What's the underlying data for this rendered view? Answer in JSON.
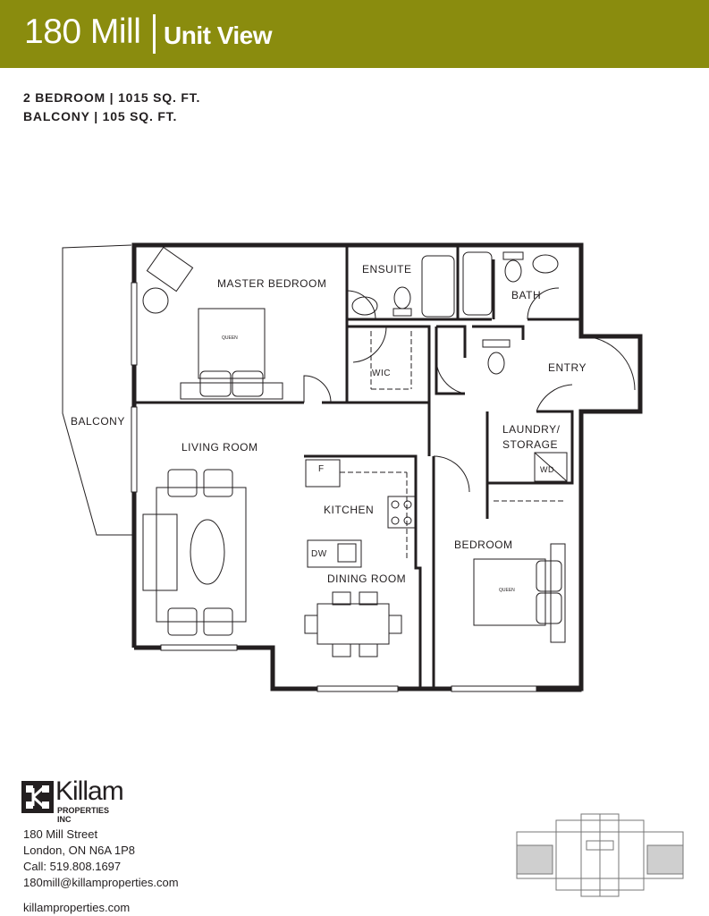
{
  "header": {
    "title": "180 Mill",
    "subtitle": "Unit View"
  },
  "specs": {
    "line1": "2 BEDROOM  | 1015 SQ. FT.",
    "line2": "BALCONY  | 105 SQ. FT."
  },
  "rooms": {
    "master_bedroom": "MASTER BEDROOM",
    "ensuite": "ENSUITE",
    "bath": "BATH",
    "wic": "WIC",
    "entry": "ENTRY",
    "balcony": "BALCONY",
    "living_room": "LIVING ROOM",
    "laundry": "LAUNDRY/",
    "storage": "STORAGE",
    "wd": "WD",
    "fridge": "F",
    "kitchen": "KITCHEN",
    "dw": "DW",
    "dining_room": "DINING ROOM",
    "bedroom": "BEDROOM",
    "queen1": "QUEEN",
    "queen2": "QUEEN"
  },
  "company": {
    "logo_name": "Killam",
    "logo_sub": "PROPERTIES INC",
    "street": "180 Mill Street",
    "city": "London, ON  N6A 1P8",
    "phone": "Call: 519.808.1697",
    "email": "180mill@killamproperties.com",
    "website": "killamproperties.com"
  },
  "colors": {
    "banner": "#8a8c0e"
  }
}
